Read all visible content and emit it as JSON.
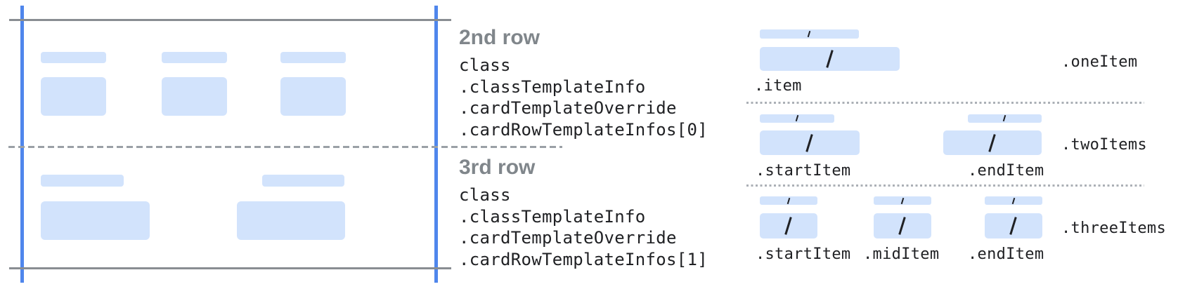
{
  "card_rows": [
    {
      "title": "2nd row",
      "path_lines": [
        "class",
        ".classTemplateInfo",
        ".cardTemplateOverride",
        ".cardRowTemplateInfos[0]"
      ],
      "placeholder_columns": 3
    },
    {
      "title": "3rd row",
      "path_lines": [
        "class",
        ".classTemplateInfo",
        ".cardTemplateOverride",
        ".cardRowTemplateInfos[1]"
      ],
      "placeholder_columns": 2
    }
  ],
  "item_layouts": [
    {
      "name": ".oneItem",
      "item_labels": [
        ".item"
      ]
    },
    {
      "name": ".twoItems",
      "item_labels": [
        ".startItem",
        ".endItem"
      ]
    },
    {
      "name": ".threeItems",
      "item_labels": [
        ".startItem",
        ".midItem",
        ".endItem"
      ]
    }
  ],
  "colors": {
    "guide_blue": "#4f86ec",
    "placeholder_blue": "#d2e3fc",
    "solid_line_gray": "#898d92",
    "dashed_line_gray": "#9aa0a6",
    "dotted_line_gray": "#abb0b6",
    "row_title_gray": "#80868b",
    "text_dark": "#202124"
  }
}
